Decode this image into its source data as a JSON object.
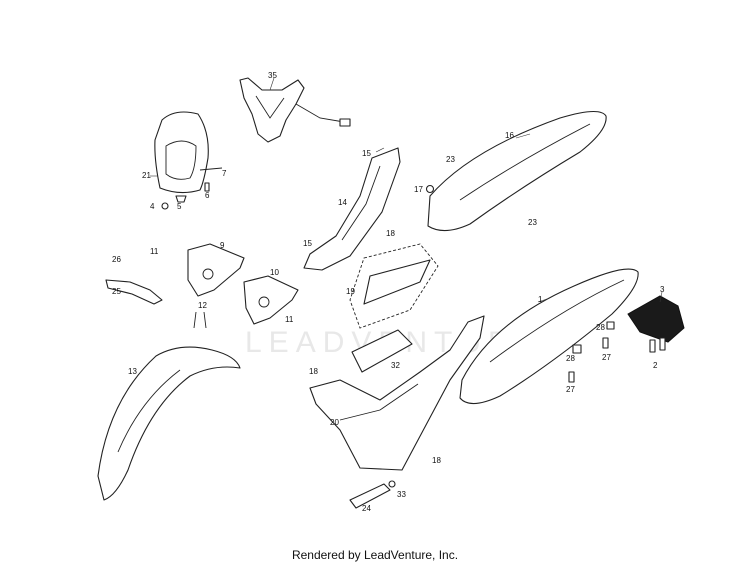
{
  "watermark": "LEADVENTURE",
  "footer": "Rendered by LeadVenture, Inc.",
  "callouts": {
    "p1": "1",
    "p2": "2",
    "p3": "3",
    "p4": "4",
    "p5": "5",
    "p6": "6",
    "p7": "7",
    "p9": "9",
    "p10": "10",
    "p11a": "11",
    "p11b": "11",
    "p12": "12",
    "p13": "13",
    "p14": "14",
    "p15a": "15",
    "p15b": "15",
    "p16": "16",
    "p17": "17",
    "p18a": "18",
    "p18b": "18",
    "p18c": "18",
    "p19": "19",
    "p20": "20",
    "p21": "21",
    "p23a": "23",
    "p23b": "23",
    "p24": "24",
    "p25": "25",
    "p26": "26",
    "p27a": "27",
    "p27b": "27",
    "p28a": "28",
    "p28b": "28",
    "p32": "32",
    "p33": "33",
    "p35": "35"
  }
}
